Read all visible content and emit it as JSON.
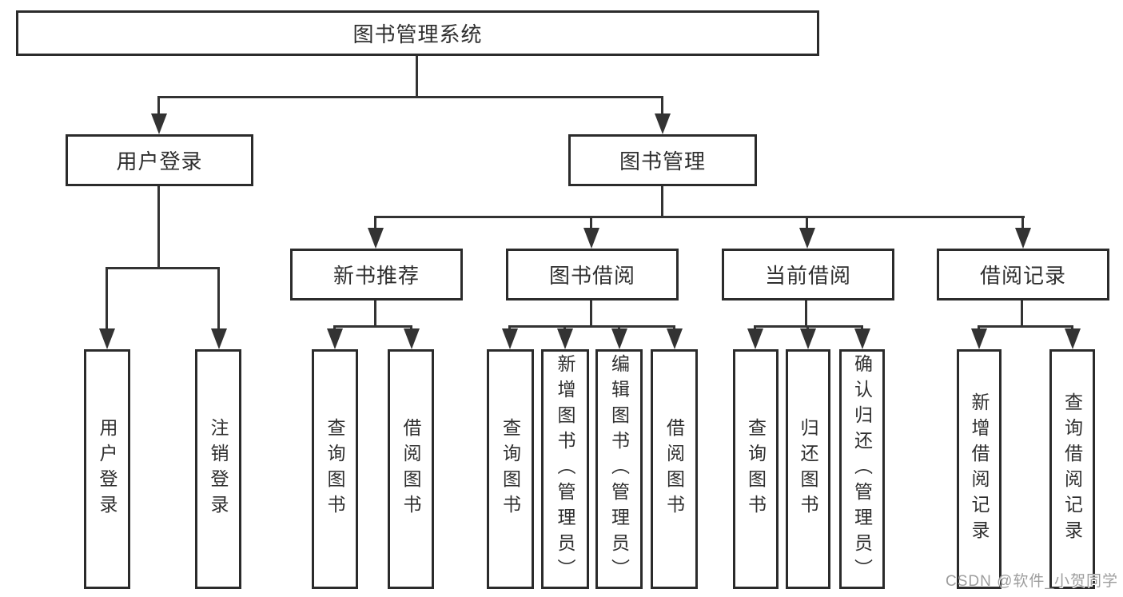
{
  "diagram": {
    "title_node": {
      "label": "图书管理系统"
    },
    "level2": [
      {
        "label": "用户登录"
      },
      {
        "label": "图书管理"
      }
    ],
    "level3": [
      {
        "label": "新书推荐"
      },
      {
        "label": "图书借阅"
      },
      {
        "label": "当前借阅"
      },
      {
        "label": "借阅记录"
      }
    ],
    "leaves": [
      {
        "label": "用户登录"
      },
      {
        "label": "注销登录"
      },
      {
        "label": "查询图书"
      },
      {
        "label": "借阅图书"
      },
      {
        "label": "查询图书"
      },
      {
        "label": "新增图书（管理员）"
      },
      {
        "label": "编辑图书（管理员）"
      },
      {
        "label": "借阅图书"
      },
      {
        "label": "查询图书"
      },
      {
        "label": "归还图书"
      },
      {
        "label": "确认归还（管理员）"
      },
      {
        "label": "新增借阅记录"
      },
      {
        "label": "查询借阅记录"
      }
    ]
  },
  "watermark": {
    "text": "CSDN @软件_小贺同学"
  },
  "colors": {
    "line": "#333333",
    "border": "#2b2b2b",
    "text": "#2f2f2f",
    "watermark": "#9d9d9d",
    "background": "#ffffff"
  }
}
